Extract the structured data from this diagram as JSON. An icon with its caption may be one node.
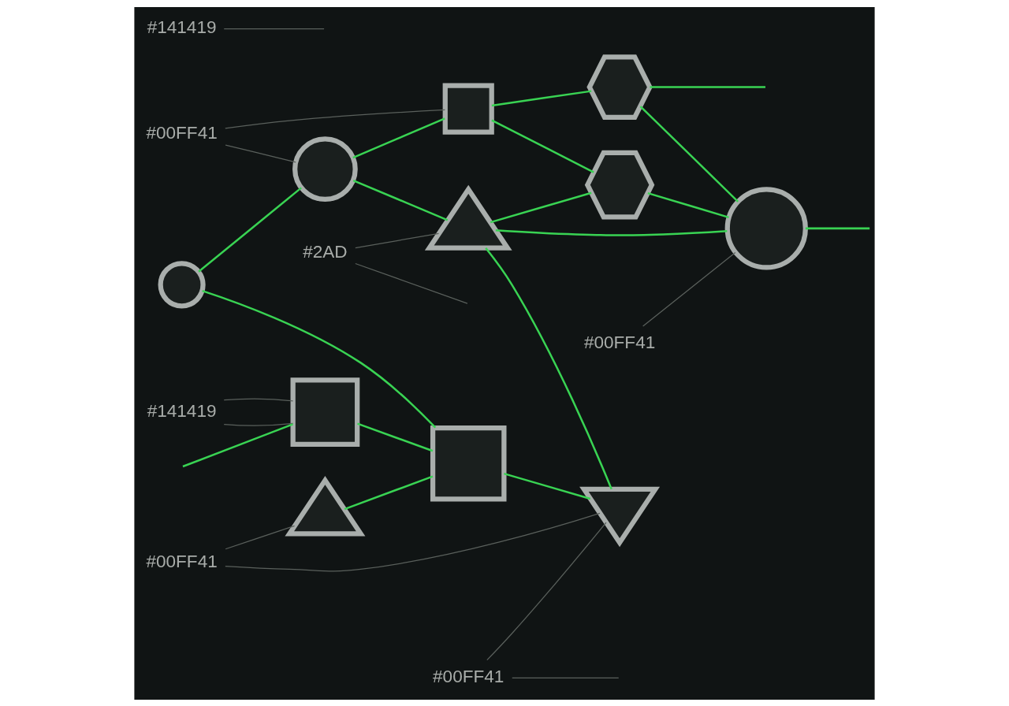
{
  "diagram": {
    "nodes": [
      {
        "text": [],
        "shape": "box"
      },
      {
        "text": [],
        "shape": "circle"
      },
      {
        "text": [],
        "shape": "circle"
      },
      {
        "text": [],
        "shape": "triangle"
      },
      {
        "text": [],
        "shape": "box"
      },
      {
        "text": [],
        "shape": "box"
      },
      {
        "text": [],
        "shape": "hexagon"
      },
      {
        "text": [],
        "shape": "triangle"
      },
      {
        "text": [],
        "shape": "triangle"
      },
      {
        "text": [],
        "shape": "hexagon"
      },
      {
        "text": [],
        "shape": "circle"
      },
      {
        "text": [
          "#141419"
        ]
      },
      {
        "text": [
          "#00FF41"
        ]
      },
      {
        "text": [
          "#141419"
        ]
      },
      {
        "text": [
          "#2AD"
        ]
      },
      {
        "text": [
          "#00FF41"
        ]
      },
      {
        "text": [
          "#00FF41"
        ]
      },
      {
        "text": [
          "#00FF41"
        ]
      }
    ],
    "edges": [
      {
        "from": null,
        "to": 0,
        "arrow": "none"
      },
      {
        "from": 0,
        "to": 4,
        "arrow": "none"
      },
      {
        "from": 1,
        "to": 4,
        "arrow": "none"
      },
      {
        "from": 1,
        "to": 2,
        "arrow": "none"
      },
      {
        "from": 2,
        "to": 3,
        "arrow": "none"
      },
      {
        "from": 2,
        "to": 5,
        "arrow": "none"
      },
      {
        "from": 3,
        "to": 8,
        "arrow": "none"
      },
      {
        "from": 3,
        "to": 9,
        "arrow": "none"
      },
      {
        "from": 3,
        "to": 10,
        "arrow": "none"
      },
      {
        "from": 4,
        "to": 8,
        "arrow": "none"
      },
      {
        "from": 7,
        "to": 4,
        "arrow": "none"
      },
      {
        "from": 5,
        "to": 9,
        "arrow": "none"
      },
      {
        "from": 5,
        "to": 6,
        "arrow": "none"
      },
      {
        "from": 6,
        "to": 10,
        "arrow": "none"
      },
      {
        "from": 6,
        "to": null,
        "arrow": "none"
      },
      {
        "from": 9,
        "to": 10,
        "arrow": "none"
      },
      {
        "from": 10,
        "to": null,
        "arrow": "none"
      },
      {
        "from": 11,
        "to": 0,
        "arrow": "none",
        "color": "#5a605c"
      },
      {
        "from": 11,
        "to": 0,
        "arrow": "none",
        "color": "#5a605c"
      },
      {
        "from": 12,
        "to": 2,
        "arrow": "none",
        "color": "#5a605c"
      },
      {
        "from": 12,
        "to": 5,
        "arrow": "none",
        "color": "#5a605c"
      },
      {
        "from": 13,
        "to": null,
        "arrow": "none",
        "color": "#5a605c"
      },
      {
        "from": 14,
        "to": 3,
        "arrow": "none",
        "color": "#5a605c"
      },
      {
        "from": 14,
        "to": null,
        "arrow": "none",
        "color": "#5a605c"
      },
      {
        "from": 15,
        "to": 8,
        "arrow": "none",
        "color": "#5a605c"
      },
      {
        "from": 15,
        "to": null,
        "arrow": "none",
        "color": "#5a605c"
      },
      {
        "from": 16,
        "to": 7,
        "arrow": "none",
        "color": "#5a605c"
      },
      {
        "from": 16,
        "to": 8,
        "arrow": "none",
        "color": "#5a605c"
      },
      {
        "from": 17,
        "to": 10,
        "arrow": "none",
        "color": "#5a605c"
      }
    ]
  }
}
